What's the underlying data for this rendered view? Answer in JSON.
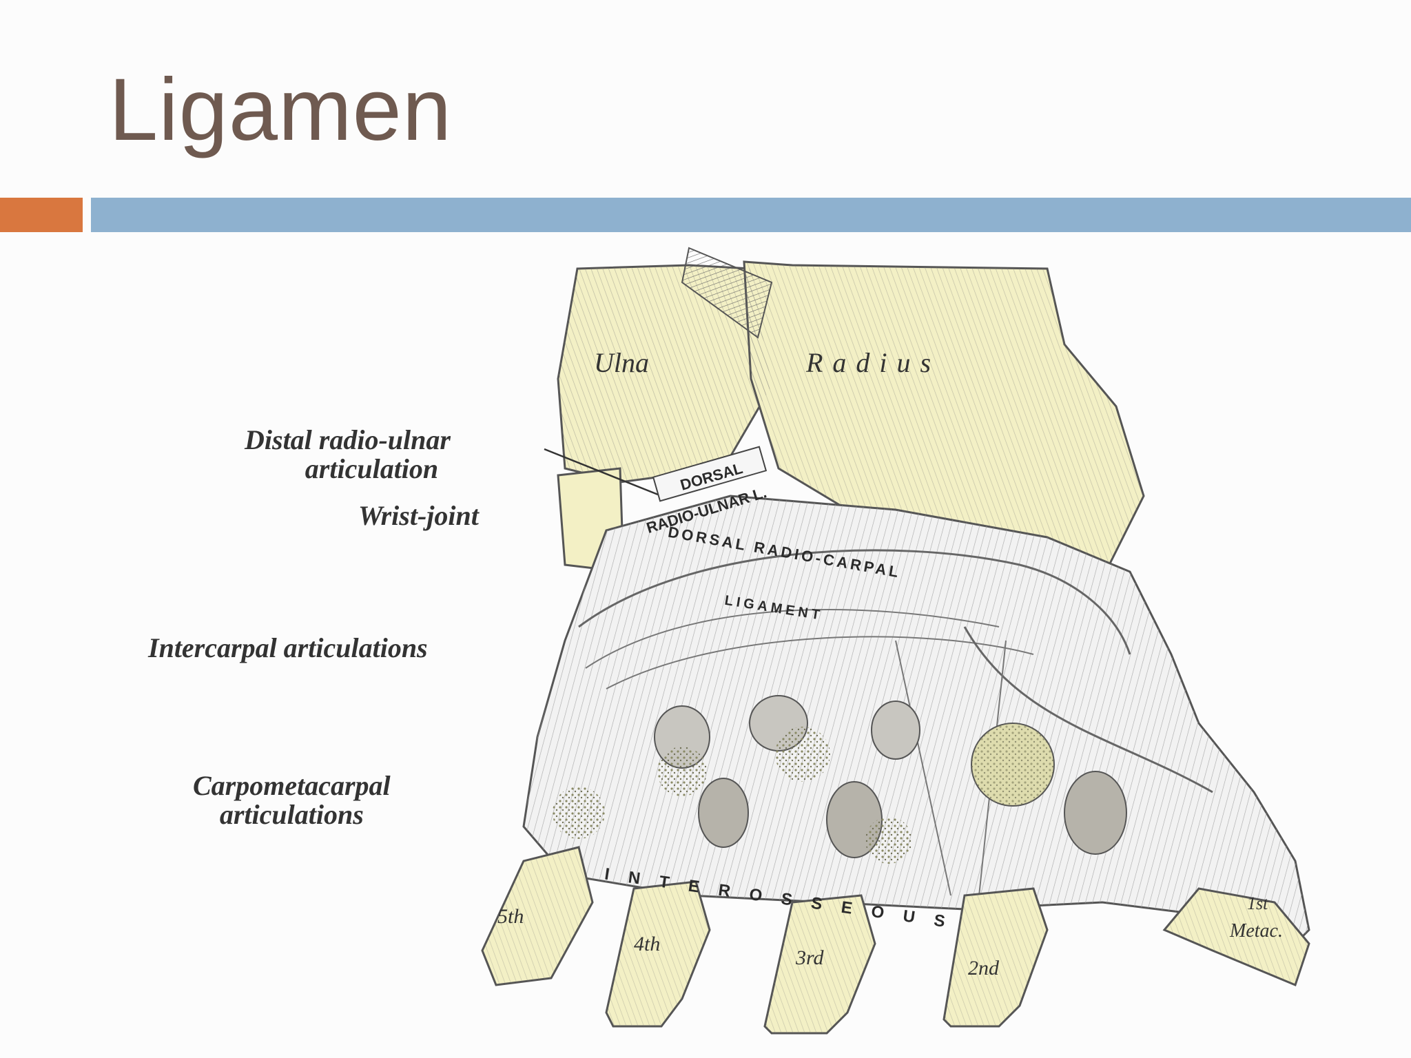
{
  "slide": {
    "title": "Ligamen",
    "colors": {
      "title": "#6f5a50",
      "accent_bar": "#d9773f",
      "rule_bar": "#8eb1cf",
      "bone": "#f3f0c5",
      "ligament": "#f2f2f2"
    }
  },
  "figure": {
    "image_kind": "Gray's Anatomy engraving of wrist ligaments (dorsal view)",
    "labels": {
      "ulna": "Ulna",
      "radius": "Radius",
      "distal_radio_ulnar_line1": "Distal radio-ulnar",
      "distal_radio_ulnar_line2": "articulation",
      "wrist_joint": "Wrist-joint",
      "intercarpal": "Intercarpal articulations",
      "carpometacarpal_line1": "Carpometacarpal",
      "carpometacarpal_line2": "articulations",
      "dorsal": "DORSAL",
      "radio_ulnar_l": "RADIO-ULNAR L.",
      "dorsal_radio_carpal": "DORSAL   RADIO-CARPAL",
      "ligament": "LIGAMENT",
      "interosseous": "INTEROSSEOUS",
      "fifth": "5th",
      "fourth": "4th",
      "third": "3rd",
      "second": "2nd",
      "first": "1st",
      "metac": "Metac."
    }
  }
}
